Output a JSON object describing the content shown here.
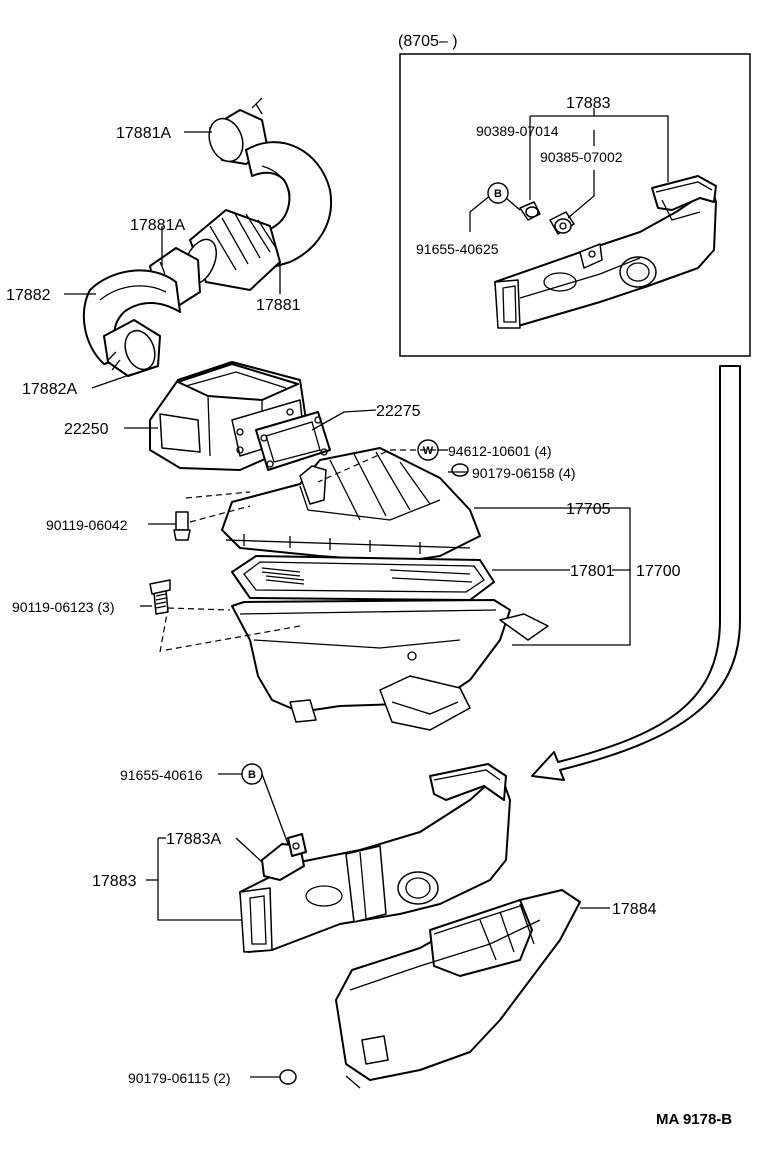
{
  "inset": {
    "header": "(8705–        )",
    "symbol_b": "B",
    "labels": {
      "duct_set": "17883",
      "part_a": "90389-07014",
      "part_b": "90385-07002",
      "part_c": "91655-40625"
    }
  },
  "main": {
    "symbol_w": "W",
    "symbol_b": "B",
    "labels": {
      "hose_clamp_top": "17881A",
      "hose_clamp_mid": "17881A",
      "hose": "17881",
      "hose_lower": "17882",
      "hose_lower_clamp": "17882A",
      "meter": "22250",
      "gasket": "22275",
      "washer": "94612-10601 (4)",
      "nut": "90179-06158 (4)",
      "bolt_a": "90119-06042",
      "bolt_b": "90119-06123 (3)",
      "cap": "17705",
      "element": "17801",
      "cleaner_assy": "17700",
      "bracket_bolt": "91655-40616",
      "bracket": "17883A",
      "intake_duct": "17883",
      "resonator": "17884",
      "nut_b": "90179-06115 (2)"
    }
  },
  "footer": {
    "code": "MA 9178-B"
  }
}
